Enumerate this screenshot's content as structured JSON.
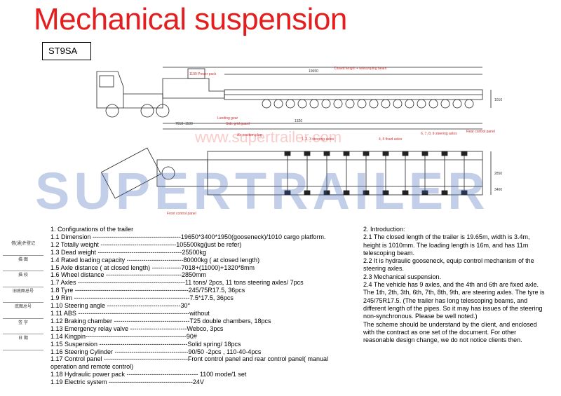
{
  "title": "Mechanical suspension",
  "model": "ST9SA",
  "watermark": "SUPERTRAILER",
  "watermark_url": "www.supertrailer.com",
  "side_annotations": {
    "power_pack": "1100 Power pack",
    "closed_length": "Closed length + telescoping beam",
    "landing_gear": "Landing gear",
    "side_grid_guard": "Side grid guard",
    "air_position_plug": "Air position plug",
    "steering_axles_1": "1, 2, 3 steering axles",
    "fixed_axles": "4, 5 fixed axles",
    "steering_axles_2": "6, 7, 8, 9 steering axles",
    "rear_control_panel": "Rear control panel",
    "front_control_panel": "Front control panel"
  },
  "dimensions": {
    "overall": "19650",
    "width": "3400",
    "height_1": "1010",
    "d1": "1320",
    "d2": "7018+1100",
    "d3": "2850"
  },
  "sidebox_rows": [
    "借(通)件登记",
    "描 图",
    "描 校",
    "旧底图总号",
    "底图总号",
    "签 字",
    "日 期"
  ],
  "specs": [
    "1. Configurations of the trailer",
    "1.1 Dimension ------------------------------------------19650*3400*1950(gooseneck)/1010 cargo platform.",
    "1.2 Totally weight ------------------------------------105500kg(just be refer)",
    "1.3 Dead weight ----------------------------------------25500kg",
    "1.4 Rated loading capacity ---------------------------80000kg ( at closed length)",
    "1.5 Axle distance ( at closed length) --------------7018+(11000)+1320*8mm",
    "1.6 Wheel distance ------------------------------------2850mm",
    "1.7 Axles ---------------------------------------------------11 tons/ 2pcs, 11 tons steering axles/ 7pcs",
    "1.8 Tyre ------------------------------------------------------245/75R17.5, 36pcs",
    "1.9 Rim -------------------------------------------------------7.5*17.5,  36pcs",
    "1.10 Steering angle -----------------------------------30°",
    "1.11 ABS -----------------------------------------------------without",
    "1.12 Braking chamber ------------------------------------T25 double chambers, 18pcs",
    "1.13 Emergency relay valve ---------------------------Webco, 3pcs",
    "1.14 Kingpin------------------------------------------------90#",
    "1.15 Suspension ------------------------------------------Solid spring/ 18pcs",
    "1.16 Steering Cylinder -----------------------------------90/50 -2pcs , 110-40-4pcs",
    "1.17 Control panel ----------------------------------------Front control panel and rear control panel( manual",
    "operation and remote control)",
    "1.18 Hydraulic power pack ---------------------------------- 1100 mode/1 set",
    "1.19 Electric system ----------------------------------------24V"
  ],
  "intro": [
    "2. Introduction:",
    "2.1 The closed length of the trailer is 19.65m, width is 3.4m, height is 1010mm. The loading length is 16m, and has 11m telescoping beam.",
    "2.2 It is hydraulic gooseneck, equip control mechanism of the steering axles.",
    "2.3 Mechanical suspension.",
    "2.4 The vehicle has 9 axles, and the 4th and 6th are fixed axle. The 1th, 2th, 3th, 6th, 7th, 8th, 9th, are steering axles. The tyre is 245/75R17.5. (The trailer has long telescoping beams, and different length of the pipes. So it may has issues of the steering non-synchronous. Please be well noted.)",
    "The scheme should be understand by the client, and enclosed with the contract as one set of the document. For other reasonable design change, we do not notice clients then."
  ],
  "colors": {
    "title": "#e41e1e",
    "watermark": "#3c62b4",
    "drawing_line": "#222222",
    "annotation": "#cc3333"
  }
}
